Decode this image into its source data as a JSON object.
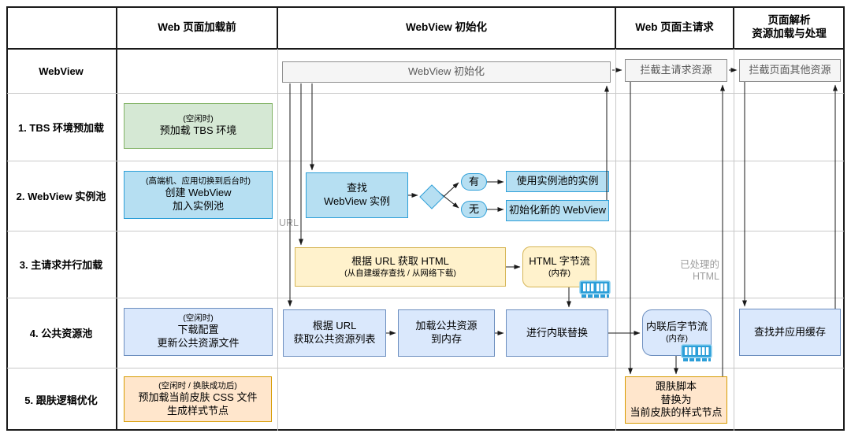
{
  "header": {
    "columns": [
      "Web 页面加载前",
      "WebView 初始化",
      "Web 页面主请求",
      [
        "页面解析",
        "资源加载与处理"
      ]
    ]
  },
  "rows": [
    "WebView",
    "1. TBS 环境预加载",
    "2. WebView 实例池",
    "3. 主请求并行加载",
    "4. 公共资源池",
    "5. 跟肤逻辑优化"
  ],
  "boxes": {
    "webview_bar": "WebView 初始化",
    "intercept_main": "拦截主请求资源",
    "intercept_other": "拦截页面其他资源",
    "tbs": {
      "note": "(空闲时)",
      "line": "预加载 TBS 环境"
    },
    "pool_create": {
      "note": "(高端机、应用切换到后台时)",
      "lines": [
        "创建 WebView",
        "加入实例池"
      ]
    },
    "find_instance": {
      "lines": [
        "查找",
        "WebView 实例"
      ]
    },
    "branch_yes": "有",
    "branch_no": "无",
    "use_instance": "使用实例池的实例",
    "init_new": "初始化新的 WebView",
    "fetch_html": {
      "line": "根据 URL 获取 HTML",
      "note": "(从自建缓存查找 / 从网络下载)"
    },
    "html_stream": {
      "line": "HTML 字节流",
      "note": "(内存)"
    },
    "common_pool": {
      "note": "(空闲时)",
      "lines": [
        "下载配置",
        "更新公共资源文件"
      ]
    },
    "fetch_list": {
      "lines": [
        "根据 URL",
        "获取公共资源列表"
      ]
    },
    "load_common": {
      "lines": [
        "加载公共资源",
        "到内存"
      ]
    },
    "inline_replace": "进行内联替换",
    "inlined_stream": {
      "line": "内联后字节流",
      "note": "(内存)"
    },
    "find_cache": "查找并应用缓存",
    "skin_preload": {
      "note": "(空闲时 / 换肤成功后)",
      "lines": [
        "预加载当前皮肤 CSS 文件",
        "生成样式节点"
      ]
    },
    "skin_script": {
      "lines": [
        "跟肤脚本",
        "替换为",
        "当前皮肤的样式节点"
      ]
    }
  },
  "annotations": {
    "url": "URL",
    "processed_html": [
      "已处理的",
      "HTML"
    ]
  },
  "colors": {
    "green_fill": "#d5e8d4",
    "green_stroke": "#82b366",
    "blue_fill": "#b6dff2",
    "blue_stroke": "#2d9fd8",
    "yellow_fill": "#fff2cc",
    "yellow_stroke": "#d6b656",
    "lightblue_fill": "#dae8fc",
    "lightblue_stroke": "#6c8ebf",
    "orange_fill": "#ffe6cc",
    "orange_stroke": "#d79b00",
    "gray_fill": "#f5f5f5",
    "gray_stroke": "#8f8f8f",
    "ram_icon_blue": "#2b9ed8",
    "annotation_gray": "#9e9e9e"
  }
}
